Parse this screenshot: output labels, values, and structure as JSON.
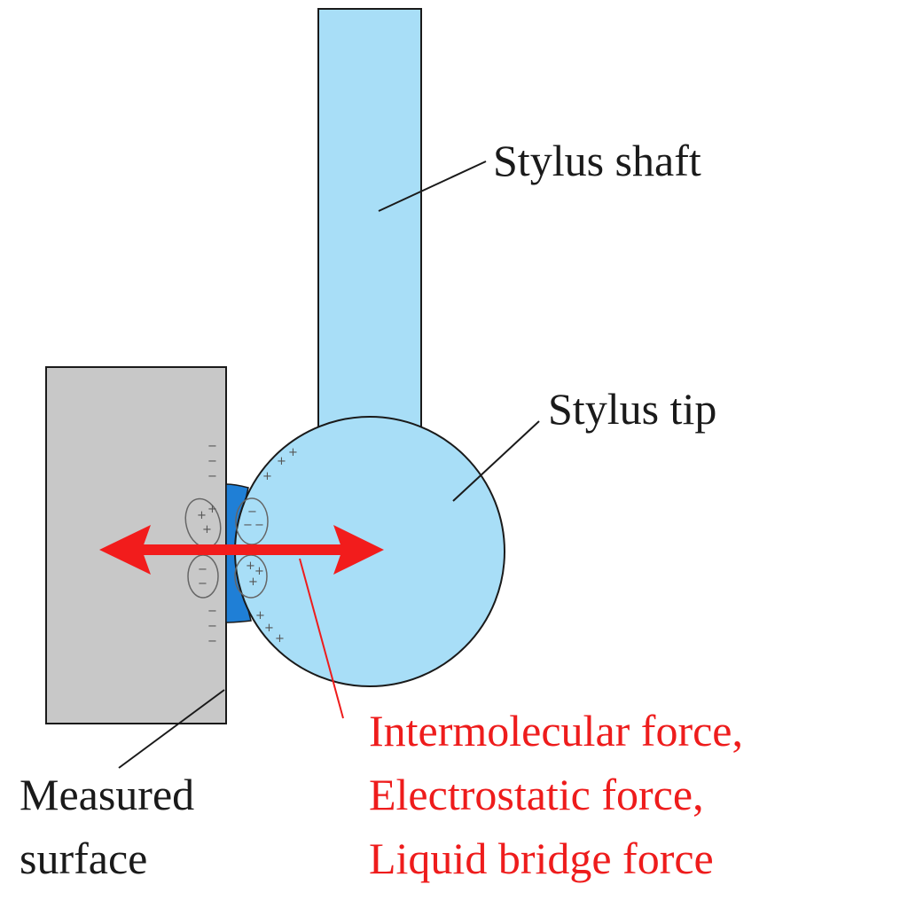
{
  "labels": {
    "stylus_shaft": "Stylus shaft",
    "stylus_tip": "Stylus tip",
    "measured_surface_line1": "Measured",
    "measured_surface_line2": "surface",
    "force_line1": "Intermolecular force,",
    "force_line2": "Electrostatic force,",
    "force_line3": "Liquid bridge force"
  },
  "charges": {
    "minus": "−",
    "plus": "+"
  },
  "colors": {
    "stylus_fill": "#a8def7",
    "stylus_stroke": "#1a1a1a",
    "surface_fill": "#c8c8c8",
    "liquid_bridge": "#1f7fd6",
    "force_arrow": "#f21c1c",
    "force_text": "#ee1c1c",
    "text": "#1a1a1a"
  },
  "icons": {
    "force_arrow": "double-headed-arrow-icon"
  }
}
